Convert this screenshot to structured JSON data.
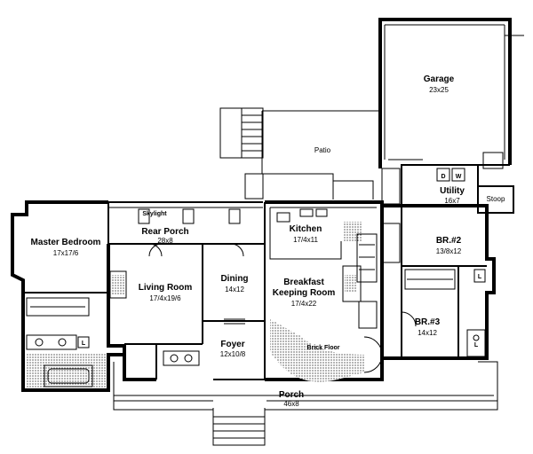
{
  "rooms": {
    "garage": {
      "name": "Garage",
      "dims": "23x25"
    },
    "patio": {
      "name": "Patio"
    },
    "utility": {
      "name": "Utility",
      "dims": "16x7"
    },
    "stoop": {
      "name": "Stoop"
    },
    "master_bedroom": {
      "name": "Master Bedroom",
      "dims": "17x17/6"
    },
    "rear_porch": {
      "name": "Rear Porch",
      "dims": "28x8"
    },
    "kitchen": {
      "name": "Kitchen",
      "dims": "17/4x11"
    },
    "br2": {
      "name": "BR.#2",
      "dims": "13/8x12"
    },
    "living_room": {
      "name": "Living Room",
      "dims": "17/4x19/6"
    },
    "dining": {
      "name": "Dining",
      "dims": "14x12"
    },
    "breakfast": {
      "name_line1": "Breakfast",
      "name_line2": "Keeping Room",
      "dims": "17/4x22"
    },
    "br3": {
      "name": "BR.#3",
      "dims": "14x12"
    },
    "foyer": {
      "name": "Foyer",
      "dims": "12x10/8"
    },
    "porch": {
      "name": "Porch",
      "dims": "46x8"
    }
  },
  "annotations": {
    "skylight": "Skylight",
    "brick_floor": "Brick Floor",
    "washer": "W",
    "dryer": "D",
    "linen_1": "L",
    "linen_2": "L",
    "linen_3": "L"
  }
}
